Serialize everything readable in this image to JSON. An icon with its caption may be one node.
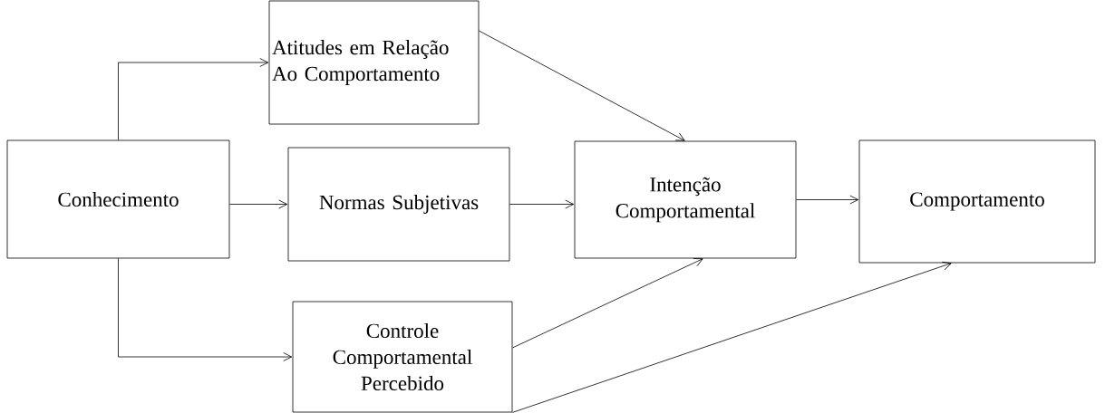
{
  "diagram": {
    "nodes": [
      {
        "text": [
          "Conhecimento"
        ]
      },
      {
        "text": [
          "Atitudes em Relação Ao Comportamento"
        ]
      },
      {
        "text": [
          "Normas Subjetivas"
        ]
      },
      {
        "text": [
          "Intenção Comportamental"
        ]
      },
      {
        "text": [
          "Comportamento"
        ]
      },
      {
        "text": [
          "Controle Comportamental Percebido"
        ]
      }
    ],
    "edges": [
      {
        "from": 0,
        "to": 1,
        "arrow": "to"
      },
      {
        "from": 0,
        "to": 2,
        "arrow": "to"
      },
      {
        "from": 0,
        "to": 5,
        "arrow": "to"
      },
      {
        "from": 1,
        "to": 3,
        "arrow": "to"
      },
      {
        "from": 2,
        "to": 3,
        "arrow": "to"
      },
      {
        "from": 5,
        "to": 3,
        "arrow": "to"
      },
      {
        "from": 3,
        "to": 4,
        "arrow": "to"
      },
      {
        "from": 5,
        "to": 4,
        "arrow": "to"
      }
    ]
  }
}
